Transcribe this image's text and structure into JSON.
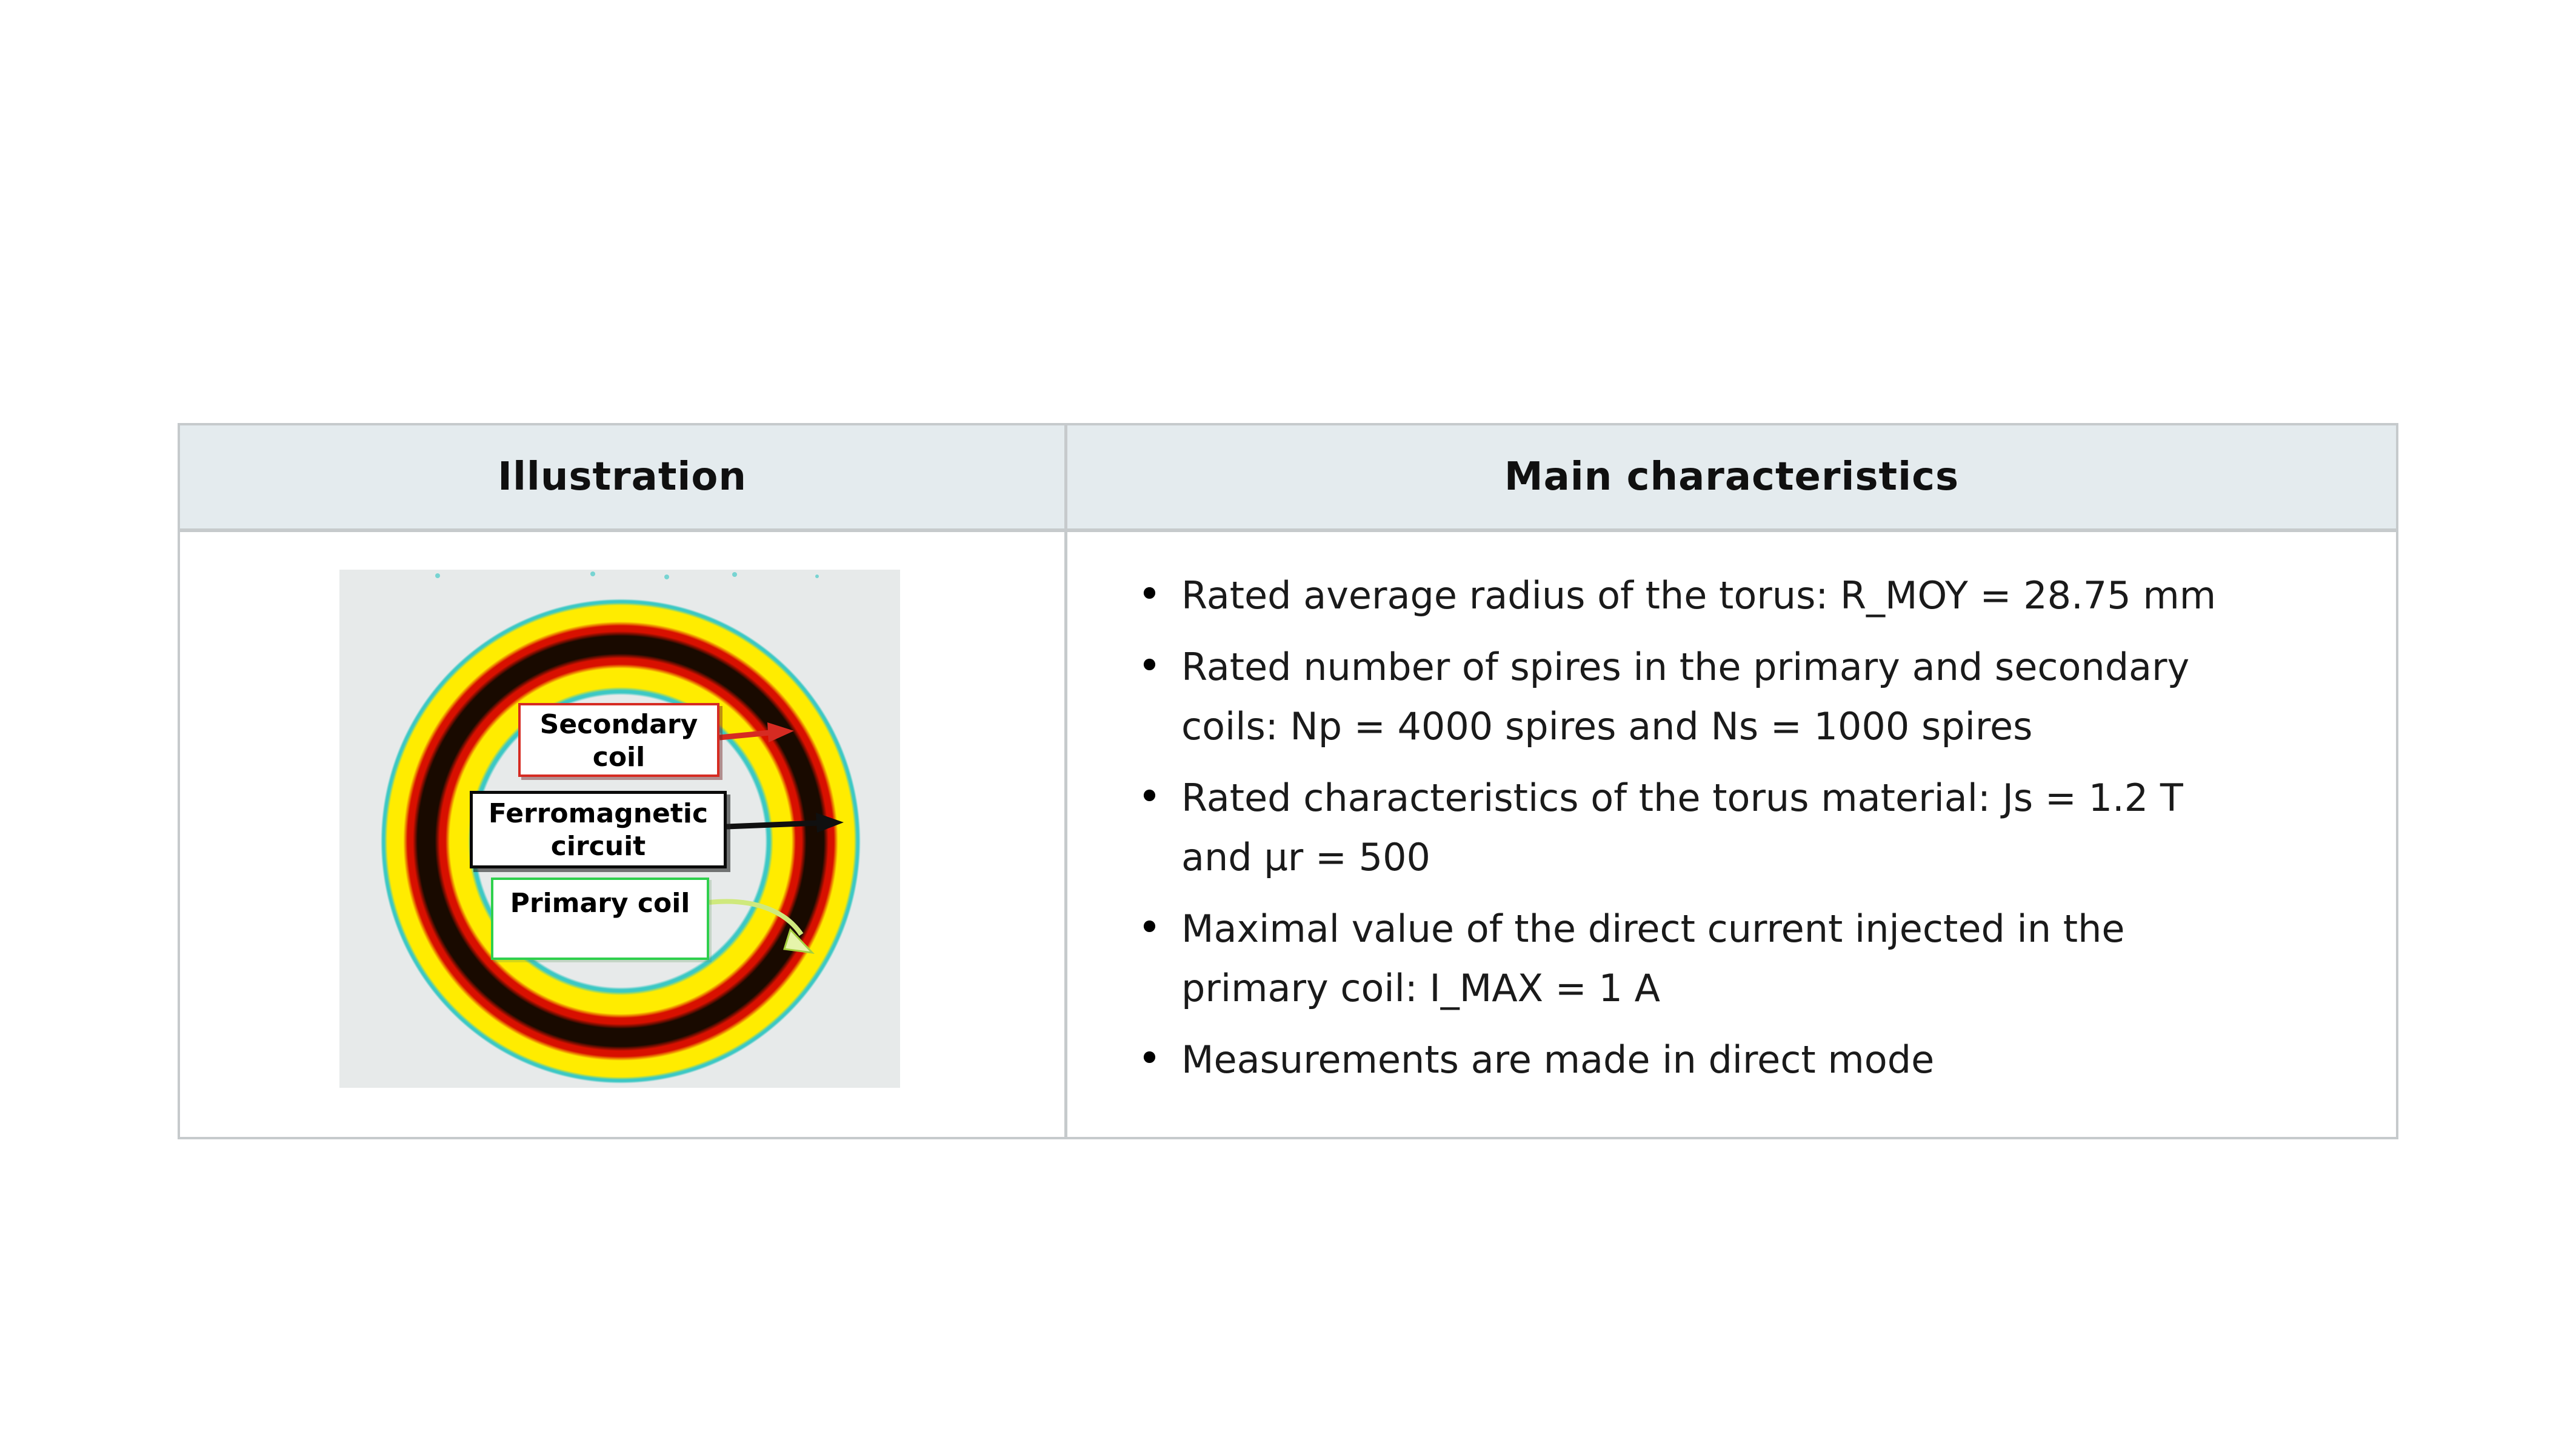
{
  "table": {
    "headers": {
      "illustration": "Illustration",
      "main": "Main characteristics"
    },
    "bullets": [
      {
        "lines": [
          "Rated average radius of the torus: R_MOY = 28.75 mm"
        ]
      },
      {
        "lines": [
          "Rated number of spires in the primary and secondary",
          "coils: Np = 4000 spires and Ns = 1000 spires"
        ]
      },
      {
        "lines": [
          "Rated characteristics of the torus material: Js = 1.2 T",
          "and µr = 500"
        ]
      },
      {
        "lines": [
          "Maximal value of the direct current injected in the",
          "primary coil: I_MAX = 1 A"
        ]
      },
      {
        "lines": [
          "Measurements are made in direct mode"
        ]
      }
    ]
  },
  "illustration": {
    "labels": {
      "secondary": {
        "lines": [
          "Secondary",
          "coil"
        ]
      },
      "ferromagnetic": {
        "lines": [
          "Ferromagnetic",
          "circuit"
        ]
      },
      "primary": {
        "lines": [
          "Primary coil"
        ]
      }
    }
  },
  "colors": {
    "border": "#c6cacc",
    "headerbg": "#e4ebee",
    "illubg": "#e7eaea",
    "text": "#1a1a1a",
    "red": "#d62b22",
    "green": "#2fd04d",
    "black": "#0a0a0a",
    "ringyellow": "#ffec00",
    "ringred": "#d81000",
    "ringblack": "#190a00",
    "ringcyan": "#3cc8c4",
    "arrowgreen": "#cfe97d"
  }
}
